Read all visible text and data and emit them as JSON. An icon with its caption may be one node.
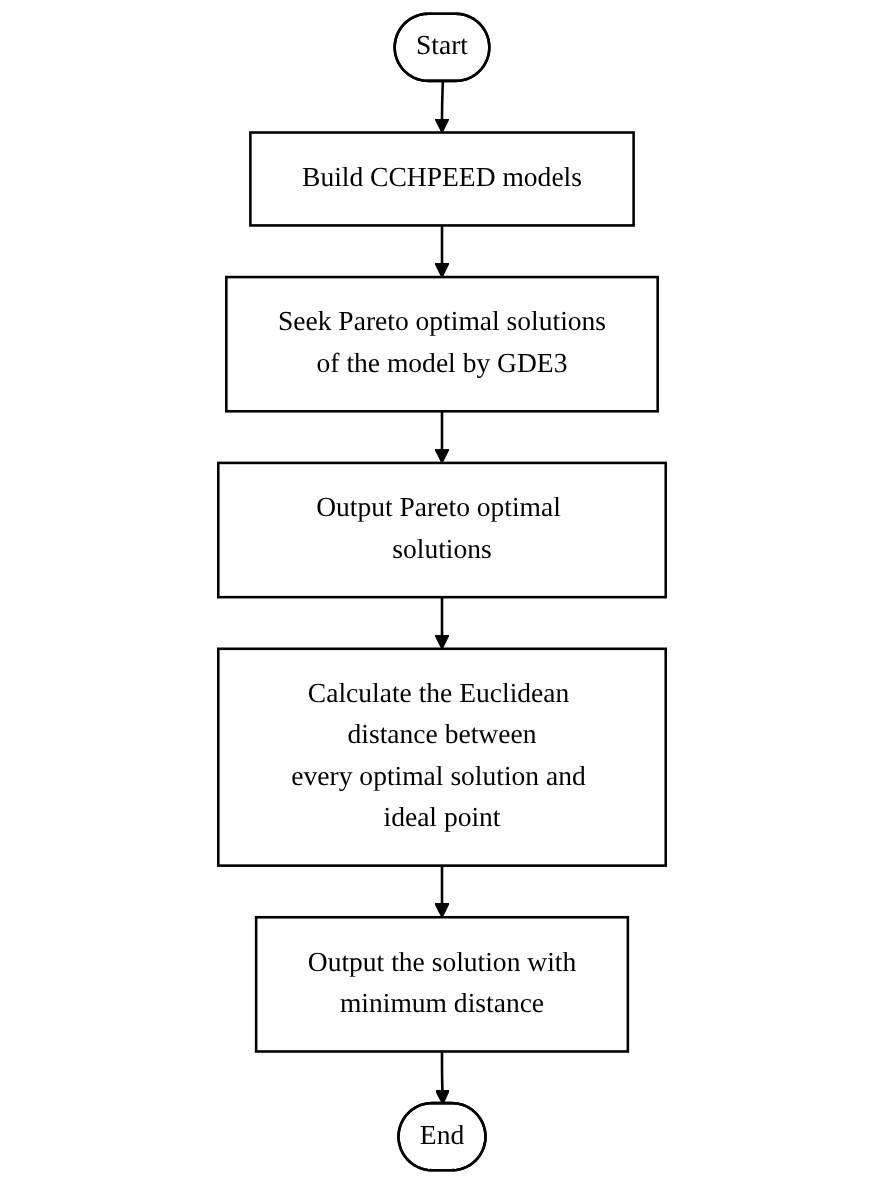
{
  "diagram": {
    "nodes": [
      {
        "text": [
          "Start"
        ]
      },
      {
        "text": [
          "Build CCHPEED models"
        ]
      },
      {
        "text": [
          "Seek Pareto optimal solutions of the model by GDE3"
        ]
      },
      {
        "text": [
          "Output Pareto optimal solutions"
        ]
      },
      {
        "text": [
          "Calculate the Euclidean distance between every optimal solution and ideal point"
        ]
      },
      {
        "text": [
          "Output the solution with minimum distance"
        ]
      },
      {
        "text": [
          "End"
        ]
      }
    ],
    "edges": [
      {
        "from": 0,
        "to": 1,
        "arrow": "to"
      },
      {
        "from": 1,
        "to": 2,
        "arrow": "to"
      },
      {
        "from": 2,
        "to": 3,
        "arrow": "to"
      },
      {
        "from": 3,
        "to": 4,
        "arrow": "to"
      },
      {
        "from": 4,
        "to": 5,
        "arrow": "to"
      },
      {
        "from": 5,
        "to": 6,
        "arrow": "to"
      }
    ]
  }
}
